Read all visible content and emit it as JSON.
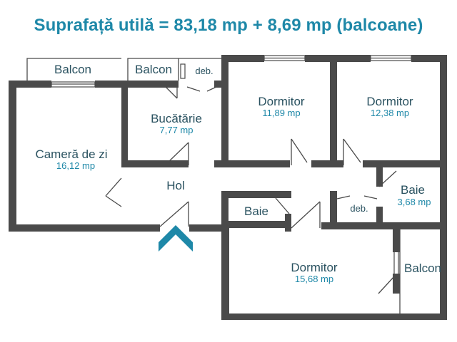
{
  "title": "Suprafață utilă = 83,18 mp + 8,69 mp (balcoane)",
  "colors": {
    "wall": "#4a4a4a",
    "accent": "#1e88a8",
    "label": "#2a5260"
  },
  "entrance_icon": "entrance-chevron-icon",
  "rooms": {
    "balcony_living": {
      "name": "Balcon"
    },
    "balcony_kitchen": {
      "name": "Balcon"
    },
    "storage_top": {
      "name": "deb."
    },
    "bedroom_1": {
      "name": "Dormitor",
      "area": "11,89 mp"
    },
    "bedroom_2": {
      "name": "Dormitor",
      "area": "12,38 mp"
    },
    "kitchen": {
      "name": "Bucătărie",
      "area": "7,77 mp"
    },
    "living": {
      "name": "Cameră de zi",
      "area": "16,12 mp"
    },
    "hall": {
      "name": "Hol"
    },
    "bath_small": {
      "name": "Baie"
    },
    "storage_mid": {
      "name": "deb."
    },
    "bath": {
      "name": "Baie",
      "area": "3,68 mp"
    },
    "bedroom_3": {
      "name": "Dormitor",
      "area": "15,68 mp"
    },
    "balcony_right": {
      "name": "Balcon"
    }
  }
}
